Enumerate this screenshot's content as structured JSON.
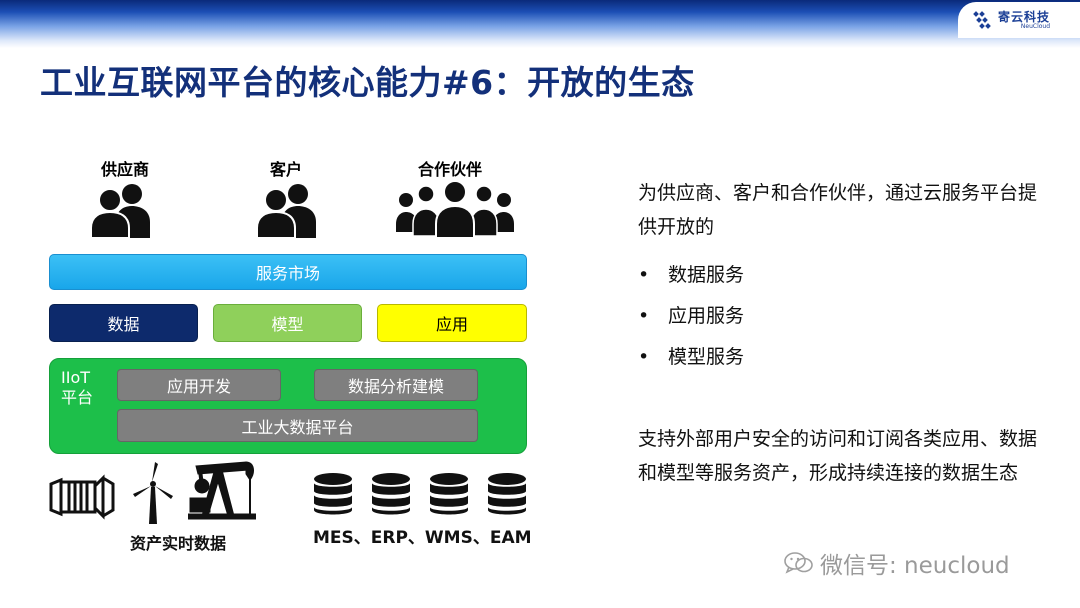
{
  "logo": {
    "name_cn": "寄云科技",
    "name_en": "NeuCloud"
  },
  "title": "工业互联网平台的核心能力#6：开放的生态",
  "groups": [
    {
      "label": "供应商",
      "icon": "two-people-icon"
    },
    {
      "label": "客户",
      "icon": "two-people-icon"
    },
    {
      "label": "合作伙伴",
      "icon": "group-icon"
    }
  ],
  "layers": {
    "market": "服务市场",
    "data": "数据",
    "model": "模型",
    "app": "应用"
  },
  "iiot": {
    "label_line1": "IIoT",
    "label_line2": "平台",
    "app_dev": "应用开发",
    "analytics": "数据分析建模",
    "bigdata": "工业大数据平台"
  },
  "assets": {
    "label": "资产实时数据",
    "icons": [
      "turbine-engine-icon",
      "wind-turbine-icon",
      "oil-pump-icon"
    ]
  },
  "systems": {
    "label": "MES、ERP、WMS、EAM",
    "icons": [
      "database-icon",
      "database-icon",
      "database-icon",
      "database-icon"
    ]
  },
  "right": {
    "intro": "为供应商、客户和合作伙伴，通过云服务平台提供开放的",
    "bullets": [
      "数据服务",
      "应用服务",
      "模型服务"
    ],
    "summary": "支持外部用户安全的访问和订阅各类应用、数据和模型等服务资产，形成持续连接的数据生态"
  },
  "watermark": "微信号: neucloud",
  "colors": {
    "title": "#13307a",
    "market": "#19a6ea",
    "data": "#0d2a6c",
    "model": "#8fd05b",
    "app": "#ffff00",
    "iiot": "#1dbf4a",
    "gray_box": "#7f7f7f"
  }
}
